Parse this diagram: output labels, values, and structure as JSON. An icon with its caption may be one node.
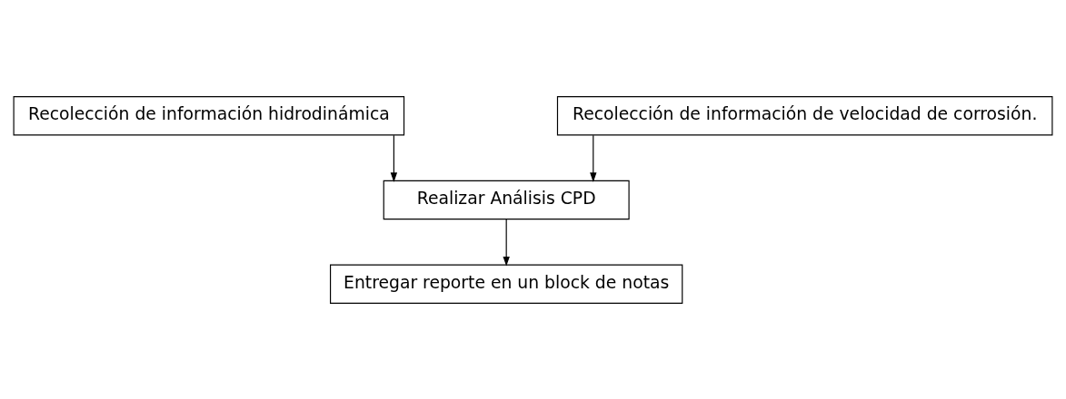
{
  "diagram": {
    "nodes": [
      {
        "text": [
          "Recolección de información hidrodinámica"
        ]
      },
      {
        "text": [
          "Recolección de información de velocidad de corrosión."
        ]
      },
      {
        "text": [
          "Realizar Análisis CPD"
        ]
      },
      {
        "text": [
          "Entregar reporte en un block de notas"
        ]
      }
    ],
    "edges": [
      {
        "from": 0,
        "to": 2,
        "arrow": "to"
      },
      {
        "from": 1,
        "to": 2,
        "arrow": "to"
      },
      {
        "from": 2,
        "to": 3,
        "arrow": "to"
      }
    ]
  }
}
